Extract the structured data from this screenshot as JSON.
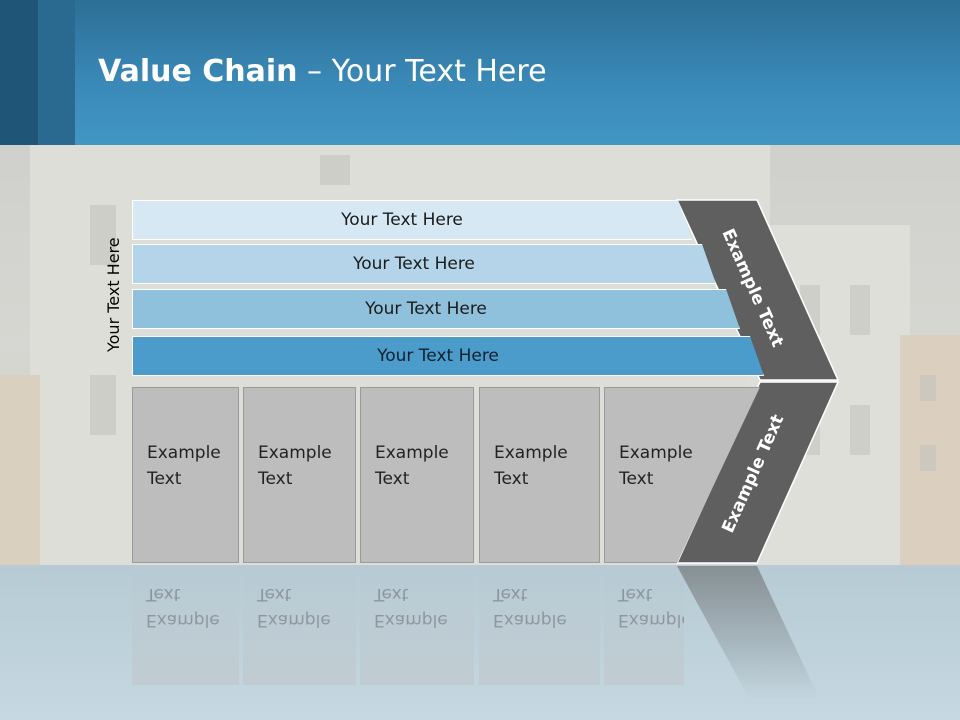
{
  "header": {
    "title_bold": "Value Chain",
    "title_rest": " – Your Text Here"
  },
  "side_label": "Your Text Here",
  "rows": [
    {
      "label": "Your Text Here"
    },
    {
      "label": "Your Text Here"
    },
    {
      "label": "Your Text Here"
    },
    {
      "label": "Your Text Here"
    }
  ],
  "blocks": [
    {
      "line1": "Example",
      "line2": "Text"
    },
    {
      "line1": "Example",
      "line2": "Text"
    },
    {
      "line1": "Example",
      "line2": "Text"
    },
    {
      "line1": "Example",
      "line2": "Text"
    },
    {
      "line1": "Example",
      "line2": "Text"
    }
  ],
  "arrow_upper_label": "Example Text",
  "arrow_lower_label": "Example Text",
  "colors": {
    "header": "#3a8ab9",
    "row1": "#d6e8f3",
    "row2": "#b4d5e9",
    "row3": "#8fc1dc",
    "row4": "#4b9ccb",
    "block": "#bdbdbd",
    "arrow": "#5f5f5f"
  }
}
